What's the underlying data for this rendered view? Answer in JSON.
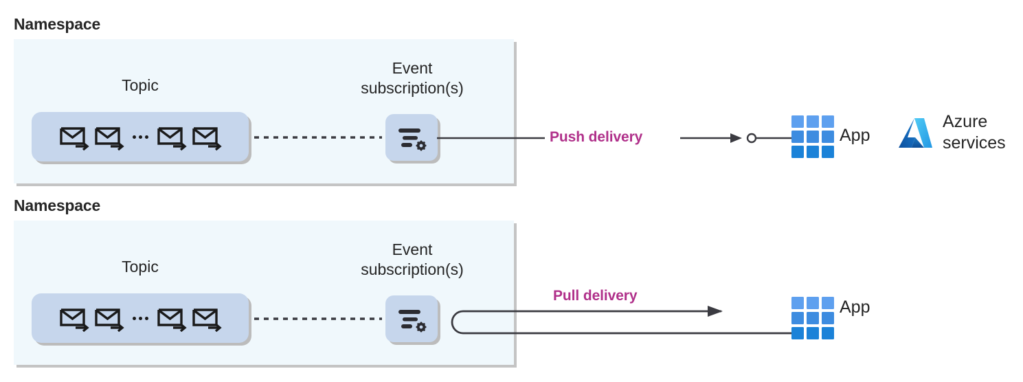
{
  "diagram": {
    "title_semantic": "azure-event-grid-push-and-pull-delivery",
    "colors": {
      "panel_background": "#f0f8fc",
      "panel_shadow": "#c4c4c4",
      "pill_background": "#c6d6ec",
      "pill_shadow": "#bcbcbc",
      "delivery_label": "#b0308a",
      "line": "#3b3b41",
      "heading_text": "#262626",
      "body_text": "#242424",
      "app_icon_blue_light": "#5ea0ef",
      "app_icon_blue_mid": "#3d8ce0",
      "app_icon_blue_dark": "#1b82d8",
      "azure_logo_light": "#3ec0f0",
      "azure_logo_dark": "#0a4f9e"
    },
    "sections": [
      {
        "id": "push",
        "heading": "Namespace",
        "topic_label": "Topic",
        "subscription_label": "Event\nsubscription(s)",
        "subscription_label_line1": "Event",
        "subscription_label_line2": "subscription(s)",
        "envelope_count": 4,
        "ellipsis": "...",
        "delivery_label": "Push delivery",
        "delivery_direction": "one-way-out",
        "targets": [
          {
            "id": "app",
            "label": "App",
            "icon": "app-grid-icon"
          },
          {
            "id": "azure-services",
            "label": "Azure\nservices",
            "label_line1": "Azure",
            "label_line2": "services",
            "icon": "azure-logo-icon"
          }
        ]
      },
      {
        "id": "pull",
        "heading": "Namespace",
        "topic_label": "Topic",
        "subscription_label": "Event\nsubscription(s)",
        "subscription_label_line1": "Event",
        "subscription_label_line2": "subscription(s)",
        "envelope_count": 4,
        "ellipsis": "...",
        "delivery_label": "Pull delivery",
        "delivery_direction": "round-trip",
        "targets": [
          {
            "id": "app",
            "label": "App",
            "icon": "app-grid-icon"
          }
        ]
      }
    ]
  }
}
